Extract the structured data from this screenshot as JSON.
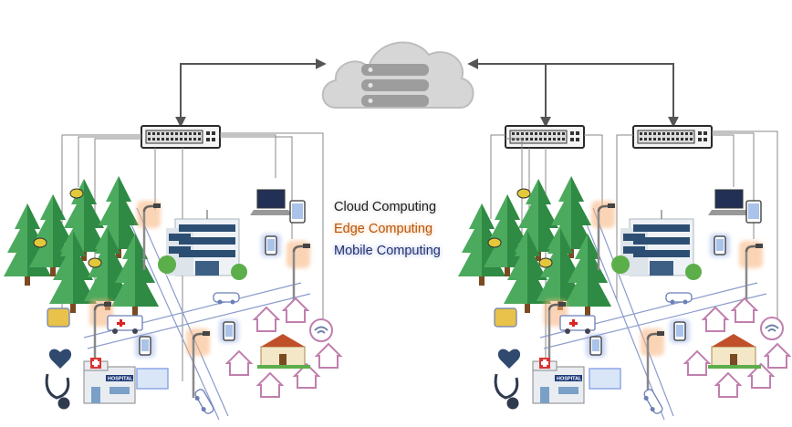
{
  "legend": {
    "cloud": "Cloud Computing",
    "edge": "Edge Computing",
    "mobile": "Mobile Computing"
  },
  "hospital_sign": "HOSPITAL",
  "colors": {
    "cloud": "#d6d6d6",
    "edge_glow": "#f8b27a",
    "mobile_glow": "#8fa8e6",
    "tree": "#3f9a52",
    "connector": "#666666"
  }
}
